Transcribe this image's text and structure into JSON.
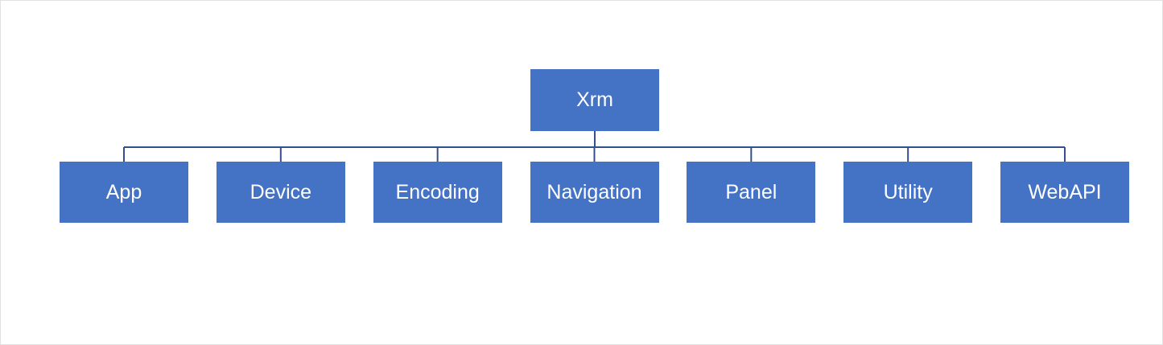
{
  "diagram": {
    "type": "org-chart",
    "root": {
      "label": "Xrm"
    },
    "children": [
      {
        "label": "App"
      },
      {
        "label": "Device"
      },
      {
        "label": "Encoding"
      },
      {
        "label": "Navigation"
      },
      {
        "label": "Panel"
      },
      {
        "label": "Utility"
      },
      {
        "label": "WebAPI"
      }
    ],
    "colors": {
      "node_fill": "#4472C4",
      "node_text": "#FFFFFF",
      "connector": "#34508C",
      "frame_border": "#E2E2E2",
      "background": "#FFFFFF"
    }
  }
}
